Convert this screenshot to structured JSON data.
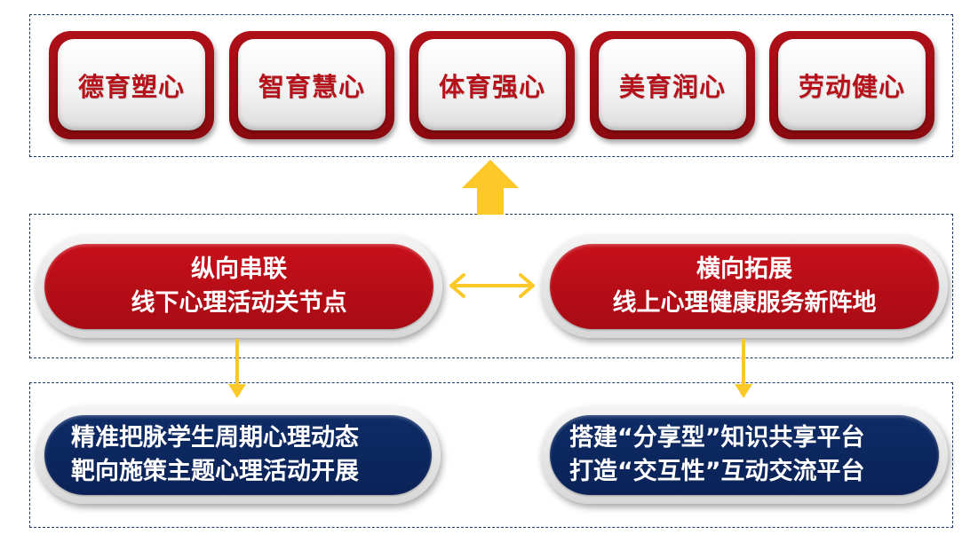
{
  "goals": [
    {
      "label": "德育塑心"
    },
    {
      "label": "智育慧心"
    },
    {
      "label": "体育强心"
    },
    {
      "label": "美育润心"
    },
    {
      "label": "劳动健心"
    }
  ],
  "middle": {
    "left": {
      "line1": "纵向串联",
      "line2": "线下心理活动关节点"
    },
    "right": {
      "line1": "横向拓展",
      "line2": "线上心理健康服务新阵地"
    }
  },
  "bottom": {
    "left": {
      "line1": "精准把脉学生周期心理动态",
      "line2": "靶向施策主题心理活动开展"
    },
    "right": {
      "line1": "搭建“分享型”知识共享平台",
      "line2": "打造“交互性”互动交流平台"
    }
  },
  "colors": {
    "goal_red": "#b5121b",
    "pill_red": "#c8101b",
    "pill_navy": "#0f2c66",
    "arrow_yellow": "#fcc928",
    "border_navy": "#1f3a68"
  }
}
